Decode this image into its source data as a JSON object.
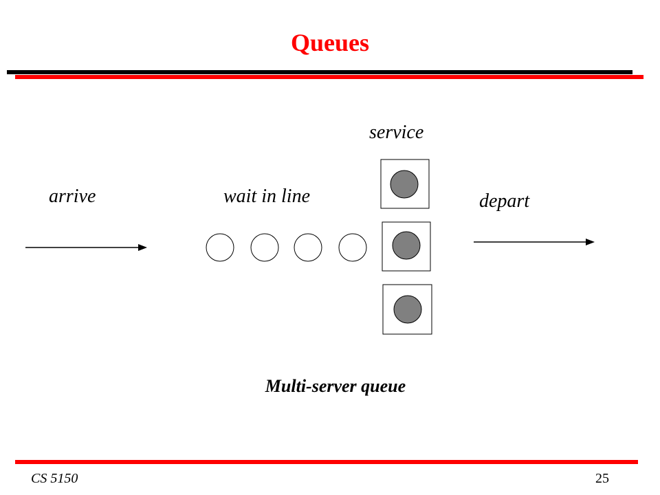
{
  "slide": {
    "title": "Queues",
    "footer_course": "CS 5150",
    "page_number": "25"
  },
  "diagram": {
    "labels": {
      "arrive": "arrive",
      "wait": "wait in line",
      "service": "service",
      "depart": "depart"
    },
    "caption": "Multi-server queue",
    "waiting_customers": 4,
    "servers": 3
  },
  "colors": {
    "title": "#ff0000",
    "rule_dark": "#000000",
    "rule_red": "#ff0000",
    "server_fill": "#808080",
    "line": "#000000"
  }
}
